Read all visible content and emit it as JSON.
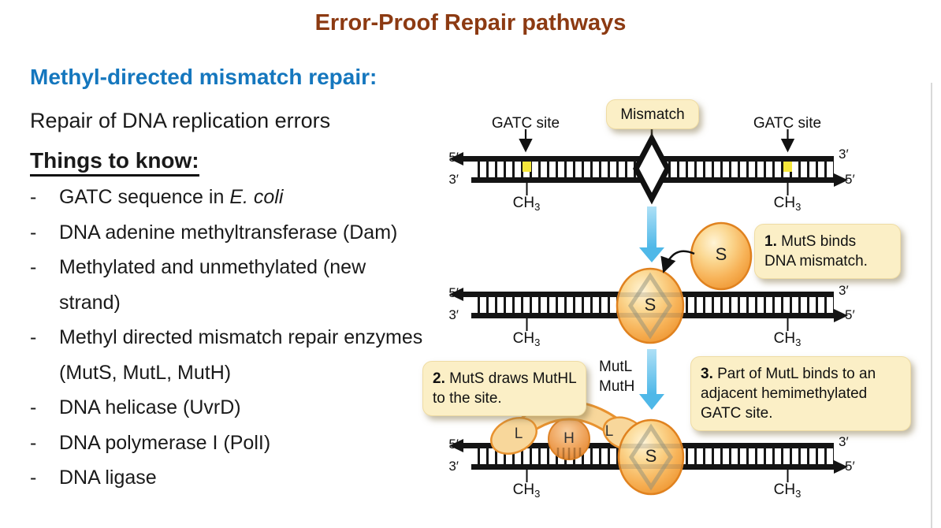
{
  "title": "Error-Proof Repair pathways",
  "left": {
    "heading": "Methyl-directed mismatch repair:",
    "subheading": "Repair of DNA replication errors",
    "list_title": "Things to know:",
    "dash": "-",
    "bullets": [
      {
        "text": "GATC sequence in ",
        "italic": "E. coli"
      },
      {
        "text": "DNA adenine methyltransferase (Dam)"
      },
      {
        "text": "Methylated and unmethylated (new"
      },
      {
        "text": "strand)"
      },
      {
        "text": "Methyl directed mismatch repair enzymes"
      },
      {
        "text": "(MutS, MutL, MutH)"
      },
      {
        "text": "DNA helicase (UvrD)"
      },
      {
        "text": "DNA polymerase I (PolI)"
      },
      {
        "text": "DNA ligase"
      }
    ]
  },
  "figure": {
    "labels": {
      "gatc_site": "GATC site",
      "mismatch": "Mismatch",
      "five_prime": "5′",
      "three_prime": "3′",
      "ch3_base": "CH",
      "ch3_sub": "3",
      "mutl": "MutL",
      "muth": "MutH",
      "s": "S",
      "l": "L",
      "h": "H"
    },
    "captions": {
      "step1": {
        "num": "1.",
        "text": " MutS binds DNA mismatch."
      },
      "step2": {
        "num": "2.",
        "text": " MutS draws MutHL to the site."
      },
      "step3": {
        "num": "3.",
        "text": " Part of MutL binds to an adjacent hemimethylated GATC site."
      }
    },
    "colors": {
      "title_brown": "#8C3A12",
      "heading_blue": "#1577BE",
      "box_cream": "#FBEFC6",
      "dna_yellow": "#F6E73B",
      "arrow_blue": "#4FB8E8",
      "protein_orange": "#F7B257"
    }
  }
}
